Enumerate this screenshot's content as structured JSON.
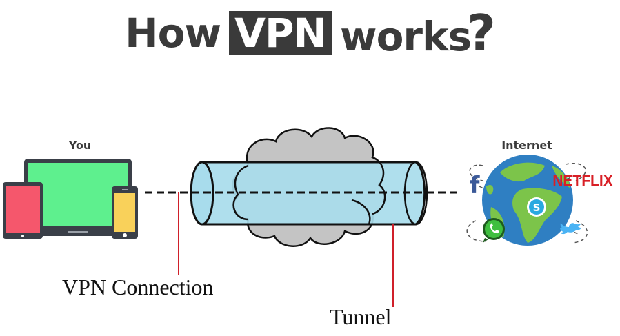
{
  "title": {
    "prefix": "How",
    "highlight": "VPN",
    "suffix": "works",
    "punctuation": "?"
  },
  "labels": {
    "you": "You",
    "internet": "Internet",
    "vpn_connection": "VPN Connection",
    "tunnel": "Tunnel"
  },
  "devices": [
    {
      "name": "laptop",
      "screen_color": "#5ef08e"
    },
    {
      "name": "tablet",
      "screen_color": "#f5576c"
    },
    {
      "name": "phone",
      "screen_color": "#f9d15a"
    }
  ],
  "internet_services": [
    "facebook",
    "netflix",
    "skype",
    "whatsapp",
    "twitter"
  ],
  "netflix_text": "NETFLIX",
  "facebook_text": "f",
  "colors": {
    "title_text": "#3a3a3a",
    "tunnel_fill": "#a8dcec",
    "cloud_fill": "#c4c4c4",
    "pointer_line": "#d0202a",
    "globe_ocean": "#2f7fc2",
    "globe_land": "#7cc44a",
    "netflix": "#d81f26",
    "facebook": "#3b5998",
    "whatsapp": "#3fbf3f",
    "twitter": "#4ab3f4",
    "skype": "#2aa9e0"
  }
}
